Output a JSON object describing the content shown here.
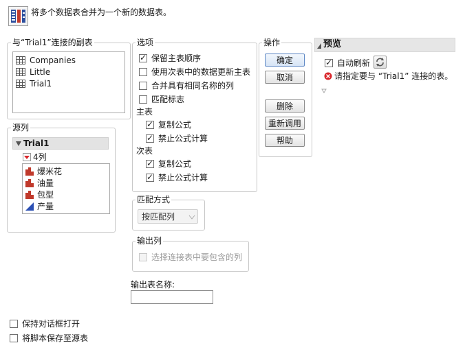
{
  "header": {
    "description": "将多个数据表合并为一个新的数据表。"
  },
  "join_tables": {
    "title": "与“Trial1”连接的副表",
    "items": [
      "Companies",
      "Little",
      "Trial1"
    ]
  },
  "source_columns": {
    "title": "源列",
    "table_name": "Trial1",
    "count_label": "4列",
    "columns": [
      "爆米花",
      "油量",
      "包型",
      "产量"
    ]
  },
  "options": {
    "title": "选项",
    "items": [
      {
        "label": "保留主表顺序",
        "checked": true
      },
      {
        "label": "使用次表中的数据更新主表",
        "checked": false
      },
      {
        "label": "合并具有相同名称的列",
        "checked": false
      },
      {
        "label": "匹配标志",
        "checked": false
      }
    ],
    "main_heading": "主表",
    "main_items": [
      {
        "label": "复制公式",
        "checked": true
      },
      {
        "label": "禁止公式计算",
        "checked": true
      }
    ],
    "secondary_heading": "次表",
    "secondary_items": [
      {
        "label": "复制公式",
        "checked": true
      },
      {
        "label": "禁止公式计算",
        "checked": true
      }
    ]
  },
  "match_method": {
    "title": "匹配方式",
    "selected": "按匹配列"
  },
  "output_columns": {
    "title": "输出列",
    "checkbox_label": "选择连接表中要包含的列"
  },
  "output_name": {
    "label": "输出表名称:",
    "value": ""
  },
  "actions": {
    "title": "操作",
    "ok": "确定",
    "cancel": "取消",
    "remove": "删除",
    "recall": "重新调用",
    "help": "帮助"
  },
  "preview": {
    "title": "预览",
    "auto_refresh_label": "自动刷新",
    "auto_refresh_checked": true,
    "error_message": "请指定要与 “Trial1” 连接的表。"
  },
  "footer": {
    "keep_open": "保持对话框打开",
    "save_script": "将脚本保存至源表"
  },
  "colors": {
    "error": "#d9262b",
    "nominal": "#c0392b",
    "continuous": "#2b4fb3"
  }
}
